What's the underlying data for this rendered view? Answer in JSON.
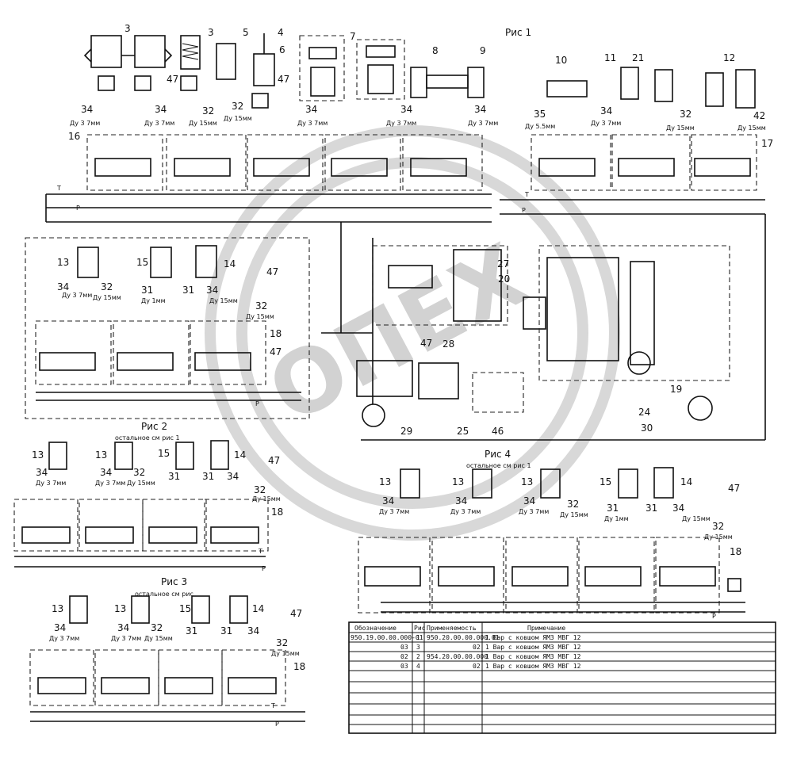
{
  "figures": {
    "fig1": "Рис 1",
    "fig2": "Рис 2",
    "fig3": "Рис 3",
    "fig4": "Рис 4"
  },
  "notes": {
    "rest_fig1": "остальное см рис 1",
    "rest_fig": "остальное см рис"
  },
  "pipe_labels": {
    "d37": "Ду 3 7мм",
    "d15": "Ду 15мм",
    "d55": "Ду 5.5мм",
    "d1": "Ду 1мм"
  },
  "ports": {
    "t": "T",
    "p": "P"
  },
  "callouts": {
    "c3": "3",
    "c4": "4",
    "c5": "5",
    "c6": "6",
    "c7": "7",
    "c8": "8",
    "c9": "9",
    "c10": "10",
    "c11": "11",
    "c12": "12",
    "c13": "13",
    "c14": "14",
    "c15": "15",
    "c16": "16",
    "c17": "17",
    "c18": "18",
    "c19": "19",
    "c20": "20",
    "c21": "21",
    "c24": "24",
    "c25": "25",
    "c27": "27",
    "c28": "28",
    "c29": "29",
    "c30": "30",
    "c31": "31",
    "c32": "32",
    "c34": "34",
    "c35": "35",
    "c42": "42",
    "c46": "46",
    "c47": "47"
  },
  "table": {
    "headers": [
      "Обозначение",
      "Рис",
      "Применяемость",
      "Примечание"
    ],
    "rows": [
      [
        "950.19.00.00.000-01",
        "1",
        "950.20.00.00.000.01",
        "1 Вар с ковшом ЯМЗ МВГ 12"
      ],
      [
        "03",
        "3",
        "02",
        "1 Вар с ковшом ЯМЗ МВГ 12"
      ],
      [
        "02",
        "2",
        "954.20.00.00.000",
        "1 Вар с ковшом ЯМЗ МВГ 12"
      ],
      [
        "03",
        "4",
        "02",
        "1 Вар с ковшом ЯМЗ МВГ 12"
      ]
    ]
  },
  "watermark": "ОПЕХ"
}
